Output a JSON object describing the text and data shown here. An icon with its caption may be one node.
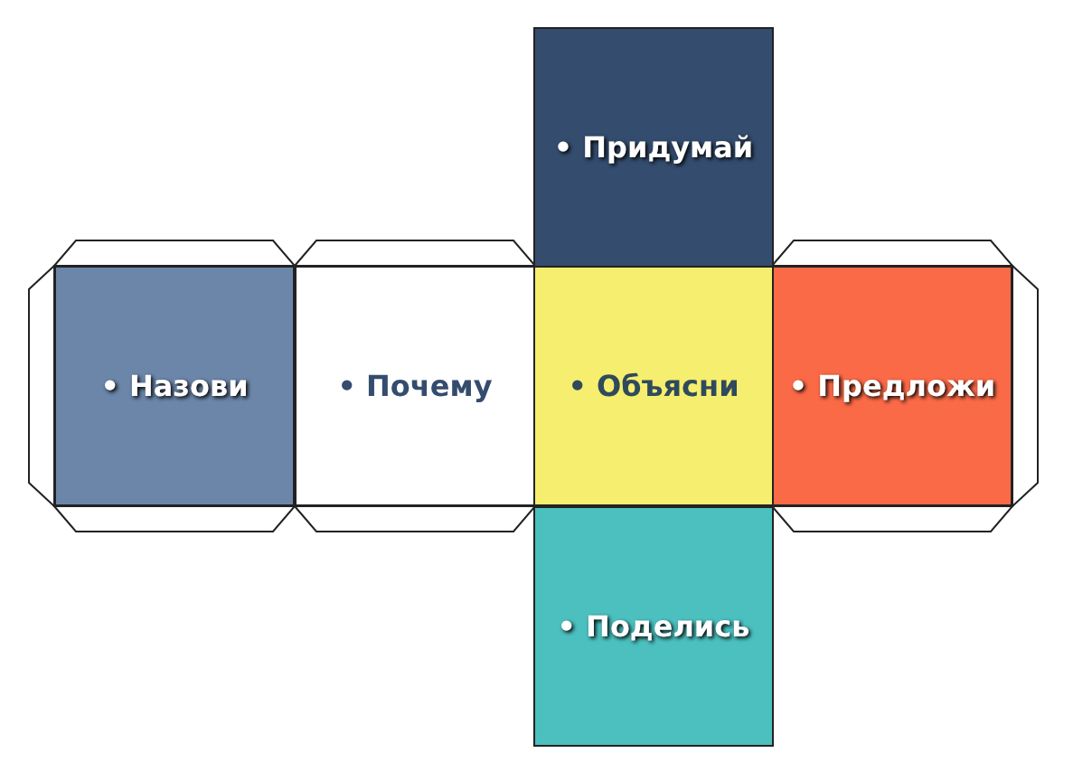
{
  "diagram": {
    "nodes": [
      {
        "text": [
          "• Придумай"
        ]
      },
      {
        "text": [
          "• Назови"
        ]
      },
      {
        "text": [
          "• Почему"
        ]
      },
      {
        "text": [
          "• Объясни"
        ]
      },
      {
        "text": [
          "• Предложи"
        ]
      },
      {
        "text": [
          "• Поделись"
        ]
      }
    ]
  }
}
